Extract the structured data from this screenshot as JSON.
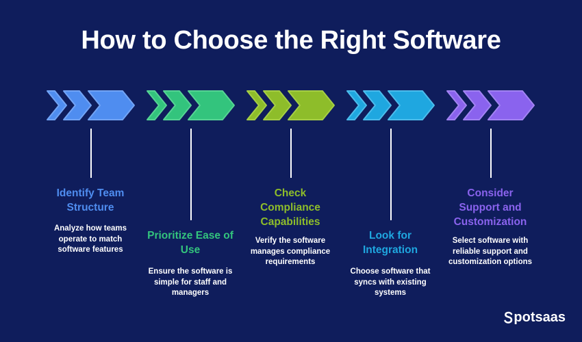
{
  "title": "How to Choose the Right Software",
  "logo_text": "potsaas",
  "logo_label": "Spotsaas",
  "steps": [
    {
      "heading": "Identify Team Structure",
      "description": "Analyze how teams operate to match software features",
      "color": "#4f8df0",
      "color_light": "#72a4f5"
    },
    {
      "heading": "Prioritize Ease of Use",
      "description": "Ensure the software is simple for staff and managers",
      "color": "#33c47d",
      "color_light": "#56d494"
    },
    {
      "heading": "Check Compliance Capabilities",
      "description": "Verify the software manages compliance requirements",
      "color": "#8ebd2a",
      "color_light": "#a6cf45"
    },
    {
      "heading": "Look for Integration",
      "description": "Choose software that syncs with existing systems",
      "color": "#1fa7e0",
      "color_light": "#4cbcec"
    },
    {
      "heading": "Consider Support and Customization",
      "description": "Select software with reliable support and customization options",
      "color": "#8a63ee",
      "color_light": "#a283f3"
    }
  ]
}
